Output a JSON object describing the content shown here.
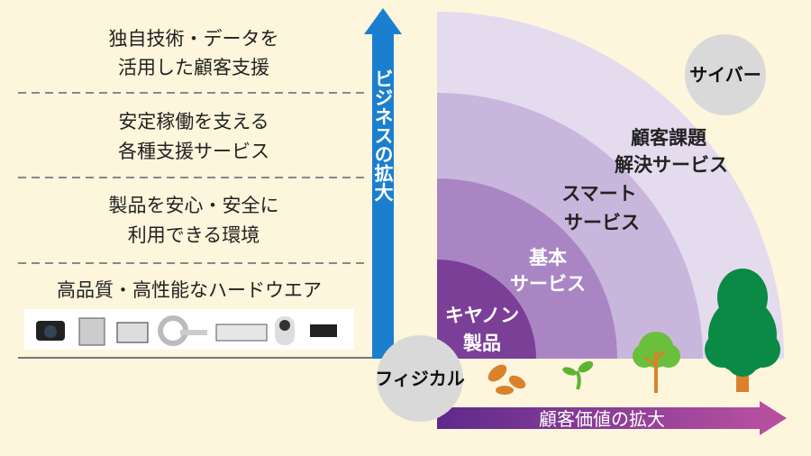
{
  "left_levels": [
    {
      "line1": "独自技術・データを",
      "line2": "活用した顧客支援"
    },
    {
      "line1": "安定稼働を支える",
      "line2": "各種支援サービス"
    },
    {
      "line1": "製品を安心・安全に",
      "line2": "利用できる環境"
    },
    {
      "line1": "高品質・高性能なハードウエア"
    }
  ],
  "products": [
    "camera-icon",
    "copier-icon",
    "printer-icon",
    "ct-scanner-icon",
    "production-printer-icon",
    "network-camera-icon",
    "inkjet-printer-icon"
  ],
  "vertical_axis_label": "ビジネスの拡大",
  "horizontal_axis_label": "顧客価値の拡大",
  "physical_label": "フィジカル",
  "cyber_label": "サイバー",
  "rings": [
    {
      "line1": "キヤノン",
      "line2": "製品",
      "color": "#7b3f98"
    },
    {
      "line1": "基本",
      "line2": "サービス",
      "color": "#a986c3"
    },
    {
      "line1": "スマート",
      "line2": "サービス",
      "color": "#c9b6dc"
    },
    {
      "line1": "顧客課題",
      "line2": "解決サービス",
      "color": "#e4dbef"
    }
  ],
  "growth_icons": [
    "seeds-icon",
    "sprout-icon",
    "small-tree-icon",
    "large-tree-icon"
  ],
  "colors": {
    "background": "#fdf5dc",
    "vertical_arrow": "#1a7fce",
    "horizontal_arrow_start": "#5e2a8c",
    "horizontal_arrow_end": "#b54fa0",
    "circle": "#d9d9d9"
  }
}
